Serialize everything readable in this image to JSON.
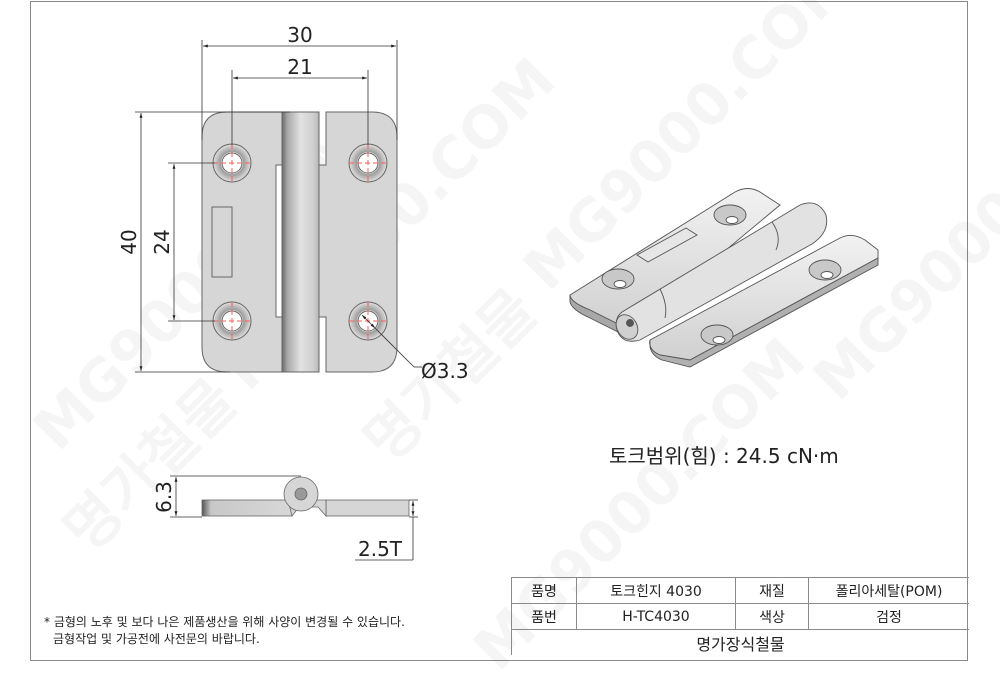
{
  "watermark": {
    "text": "MG9000.COM",
    "korean": "명가철물"
  },
  "front_view": {
    "dimensions": {
      "overall_width": "30",
      "hole_spacing_horizontal": "21",
      "overall_height": "40",
      "hole_spacing_vertical": "24",
      "hole_diameter": "Ø3.3"
    }
  },
  "side_view": {
    "dimensions": {
      "overall_thickness": "6.3",
      "plate_thickness": "2.5T"
    }
  },
  "isometric_view": {
    "label": "hinge-3d-render"
  },
  "torque": {
    "text": "토크범위(힘) : 24.5 cN·m",
    "label": "토크범위(힘)",
    "value": "24.5",
    "unit": "cN·m"
  },
  "note": {
    "line1": "* 금형의 노후 및 보다 나은 제품생산을 위해 사양이 변경될 수 있습니다.",
    "line2": "금형작업 및 가공전에 사전문의 바랍니다."
  },
  "spec_table": {
    "rows": [
      {
        "label1": "품명",
        "value1": "토크힌지 4030",
        "label2": "재질",
        "value2": "폴리아세탈(POM)"
      },
      {
        "label1": "품번",
        "value1": "H-TC4030",
        "label2": "색상",
        "value2": "검정"
      }
    ],
    "footer": "명가장식철물"
  },
  "colors": {
    "frame": "#8a8a8a",
    "plate_fill": "#d6d6d6",
    "center_mark": "#ff5a5a",
    "text": "#222222"
  }
}
